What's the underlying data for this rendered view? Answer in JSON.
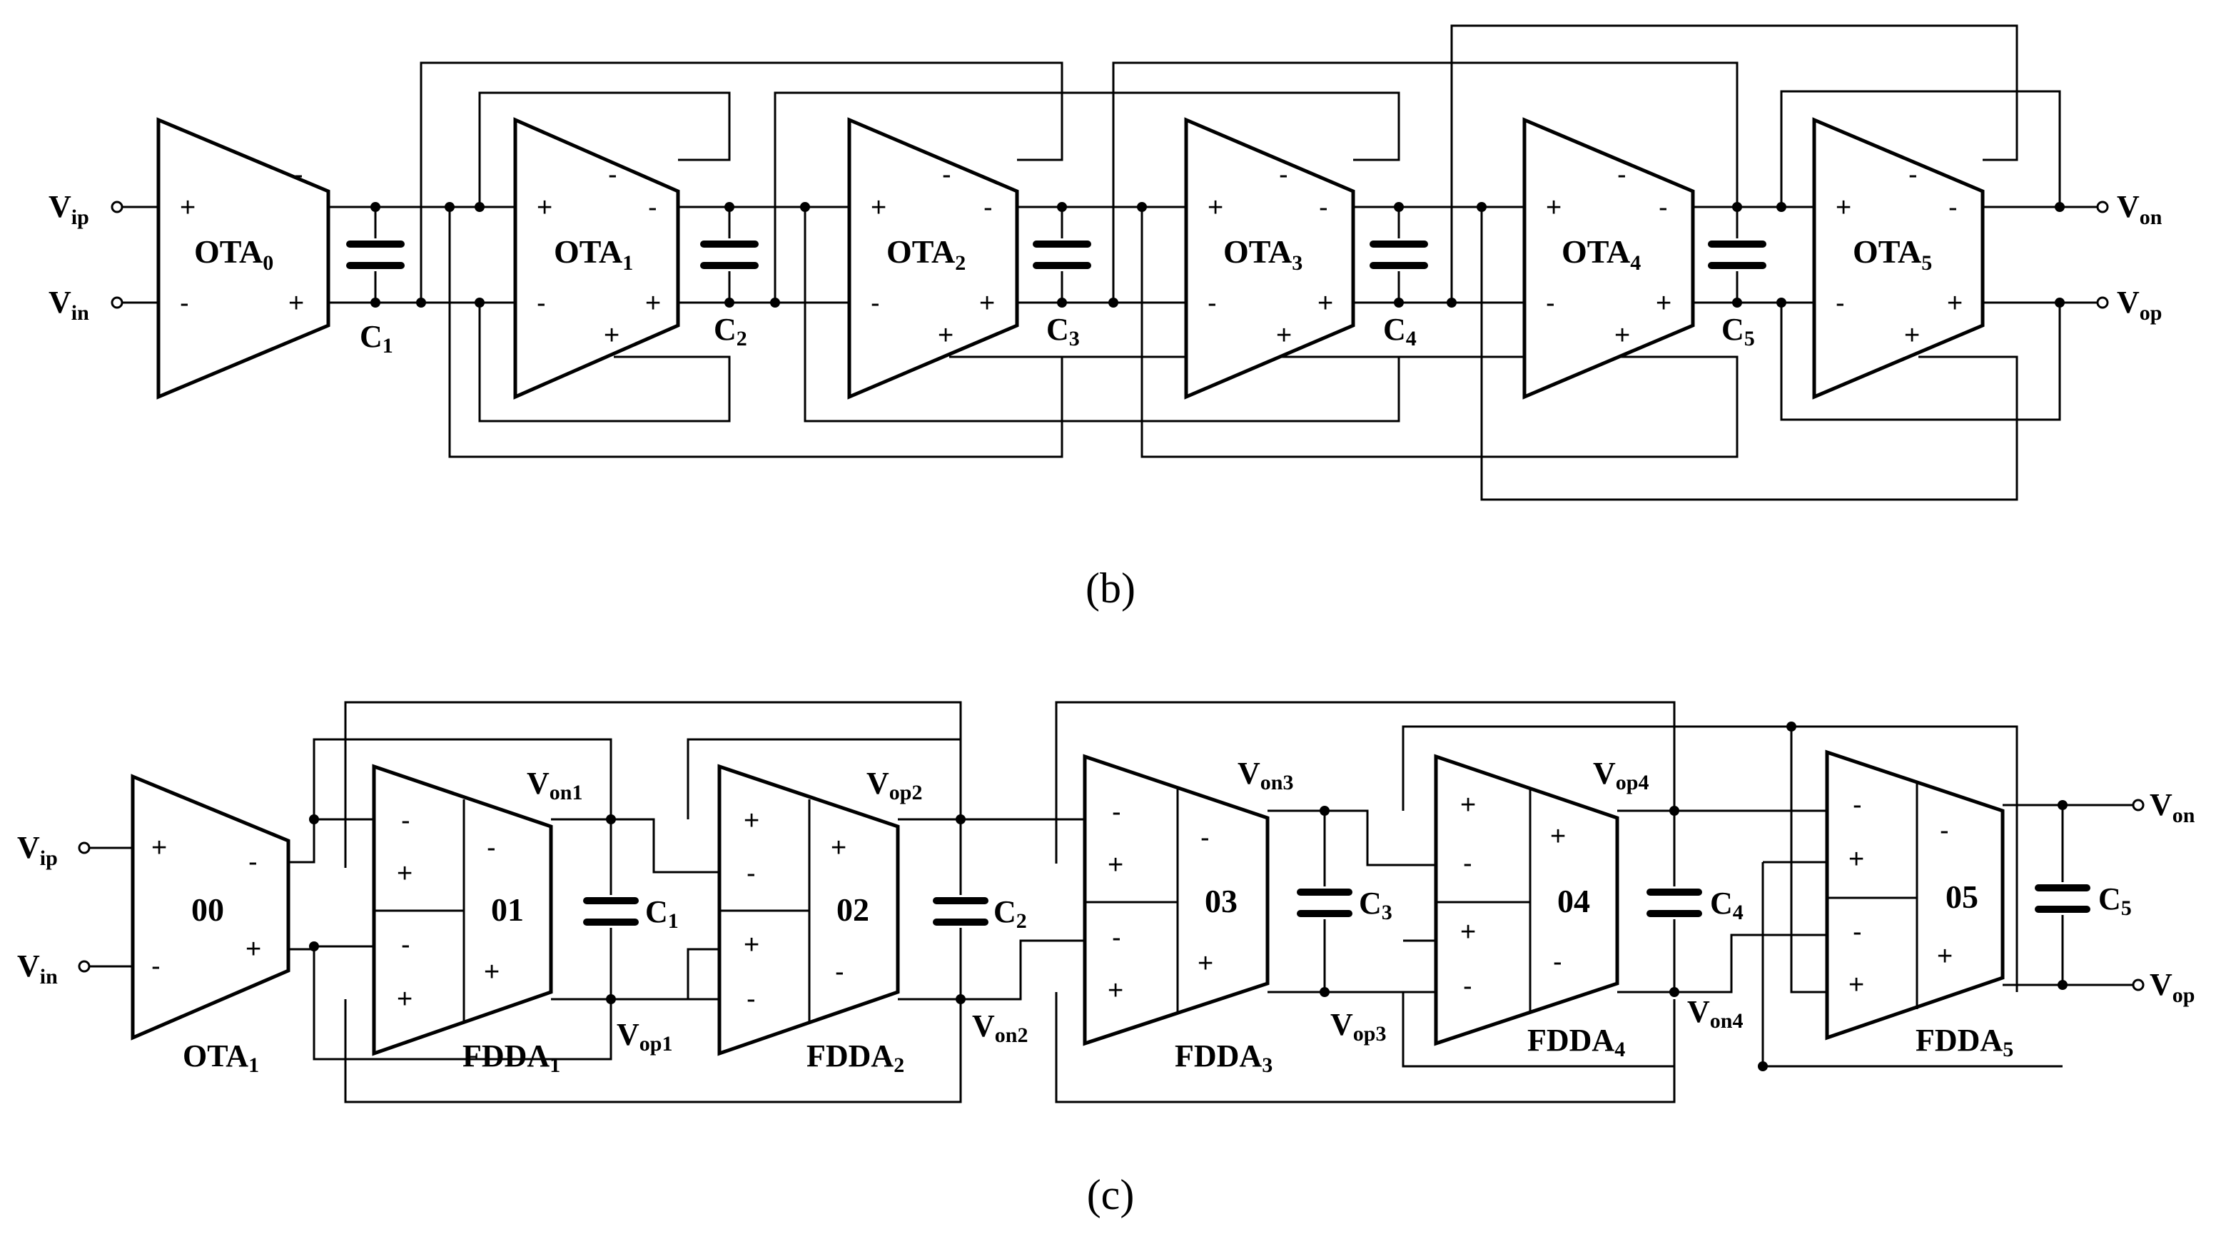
{
  "panel_b": {
    "caption": "(b)",
    "inputs": [
      {
        "main": "V",
        "sub": "ip"
      },
      {
        "main": "V",
        "sub": "in"
      }
    ],
    "outputs": [
      {
        "main": "V",
        "sub": "on"
      },
      {
        "main": "V",
        "sub": "op"
      }
    ],
    "amps": [
      {
        "main": "OTA",
        "sub": "0"
      },
      {
        "main": "OTA",
        "sub": "1"
      },
      {
        "main": "OTA",
        "sub": "2"
      },
      {
        "main": "OTA",
        "sub": "3"
      },
      {
        "main": "OTA",
        "sub": "4"
      },
      {
        "main": "OTA",
        "sub": "5"
      }
    ],
    "caps": [
      {
        "main": "C",
        "sub": "1"
      },
      {
        "main": "C",
        "sub": "2"
      },
      {
        "main": "C",
        "sub": "3"
      },
      {
        "main": "C",
        "sub": "4"
      },
      {
        "main": "C",
        "sub": "5"
      }
    ]
  },
  "panel_c": {
    "caption": "(c)",
    "inputs": [
      {
        "main": "V",
        "sub": "ip"
      },
      {
        "main": "V",
        "sub": "in"
      }
    ],
    "outputs": [
      {
        "main": "V",
        "sub": "on"
      },
      {
        "main": "V",
        "sub": "op"
      }
    ],
    "ota": {
      "main": "OTA",
      "sub": "1",
      "inner": "00"
    },
    "fddas": [
      {
        "main": "FDDA",
        "sub": "1",
        "inner": "01"
      },
      {
        "main": "FDDA",
        "sub": "2",
        "inner": "02"
      },
      {
        "main": "FDDA",
        "sub": "3",
        "inner": "03"
      },
      {
        "main": "FDDA",
        "sub": "4",
        "inner": "04"
      },
      {
        "main": "FDDA",
        "sub": "5",
        "inner": "05"
      }
    ],
    "caps": [
      {
        "main": "C",
        "sub": "1"
      },
      {
        "main": "C",
        "sub": "2"
      },
      {
        "main": "C",
        "sub": "3"
      },
      {
        "main": "C",
        "sub": "4"
      },
      {
        "main": "C",
        "sub": "5"
      }
    ],
    "nodes": [
      {
        "main": "V",
        "sub": "on1"
      },
      {
        "main": "V",
        "sub": "op1"
      },
      {
        "main": "V",
        "sub": "op2"
      },
      {
        "main": "V",
        "sub": "on2"
      },
      {
        "main": "V",
        "sub": "on3"
      },
      {
        "main": "V",
        "sub": "op3"
      },
      {
        "main": "V",
        "sub": "op4"
      },
      {
        "main": "V",
        "sub": "on4"
      }
    ]
  }
}
